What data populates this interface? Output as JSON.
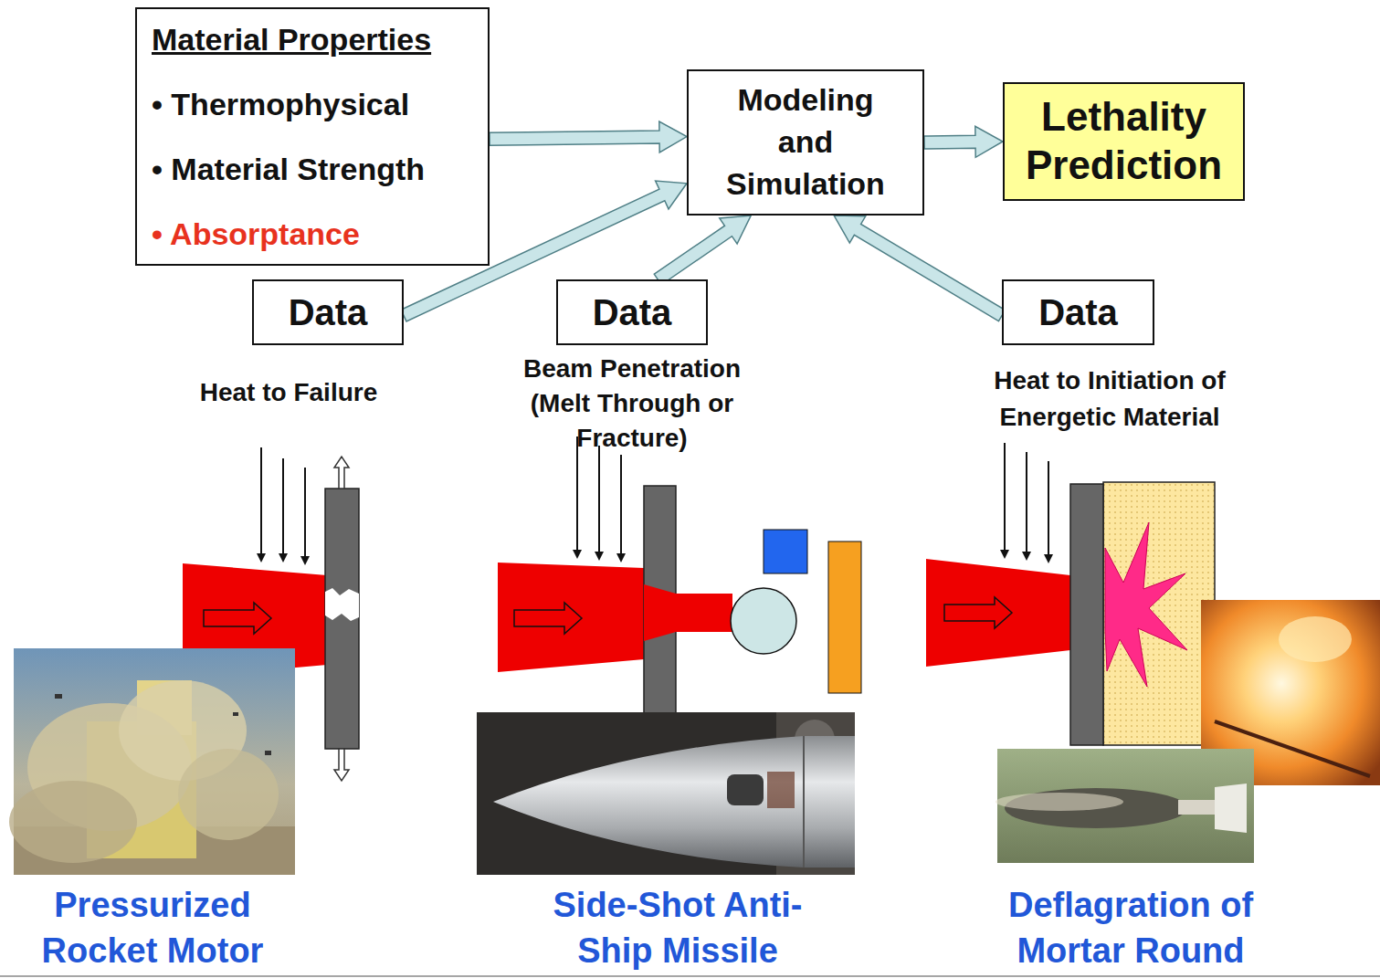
{
  "diagram": {
    "nodes": [
      {
        "text": [
          "Material Properties",
          "• Thermophysical",
          "• Material Strength",
          "• Absorptance"
        ]
      },
      {
        "text": [
          "Modeling and Simulation"
        ]
      },
      {
        "text": [
          "Lethality Prediction"
        ]
      },
      {
        "text": [
          "Data"
        ]
      },
      {
        "text": [
          "Data"
        ]
      },
      {
        "text": [
          "Data"
        ]
      }
    ],
    "edges": [
      {
        "from": 0,
        "to": 1,
        "arrow": "to"
      },
      {
        "from": 1,
        "to": 2,
        "arrow": "to"
      },
      {
        "from": 3,
        "to": 1,
        "arrow": "to"
      },
      {
        "from": 4,
        "to": 1,
        "arrow": "to"
      },
      {
        "from": 5,
        "to": 1,
        "arrow": "to"
      }
    ],
    "labels": [
      "Heat to Failure",
      "Beam Penetration (Melt Through or Fracture)",
      "Heat to Initiation of Energetic Material",
      "Pressurized Rocket Motor",
      "Side-Shot Anti-Ship Missile",
      "Deflagration of Mortar Round"
    ]
  }
}
